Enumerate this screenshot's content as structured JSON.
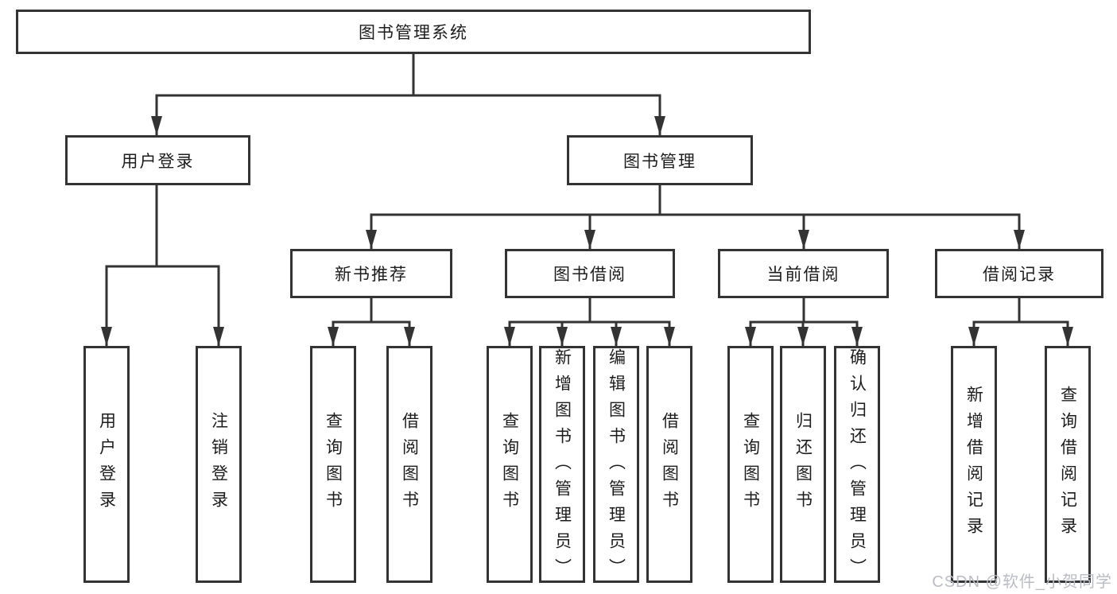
{
  "colors": {
    "line": "#333333",
    "node_border": "#333333",
    "text": "#1c1c1c",
    "background": "#ffffff",
    "watermark": "#b9bdc3"
  },
  "tree": {
    "root": {
      "label": "图书管理系统",
      "children": [
        {
          "label": "用户登录",
          "children": [
            {
              "label": "用户登录"
            },
            {
              "label": "注销登录"
            }
          ]
        },
        {
          "label": "图书管理",
          "children": [
            {
              "label": "新书推荐",
              "children": [
                {
                  "label": "查询图书"
                },
                {
                  "label": "借阅图书"
                }
              ]
            },
            {
              "label": "图书借阅",
              "children": [
                {
                  "label": "查询图书"
                },
                {
                  "label": "新增图书（管理员）"
                },
                {
                  "label": "编辑图书（管理员）"
                },
                {
                  "label": "借阅图书"
                }
              ]
            },
            {
              "label": "当前借阅",
              "children": [
                {
                  "label": "查询图书"
                },
                {
                  "label": "归还图书"
                },
                {
                  "label": "确认归还（管理员）"
                }
              ]
            },
            {
              "label": "借阅记录",
              "children": [
                {
                  "label": "新增借阅记录"
                },
                {
                  "label": "查询借阅记录"
                }
              ]
            }
          ]
        }
      ]
    }
  },
  "watermark": {
    "text": "CSDN @软件_小贺同学"
  }
}
